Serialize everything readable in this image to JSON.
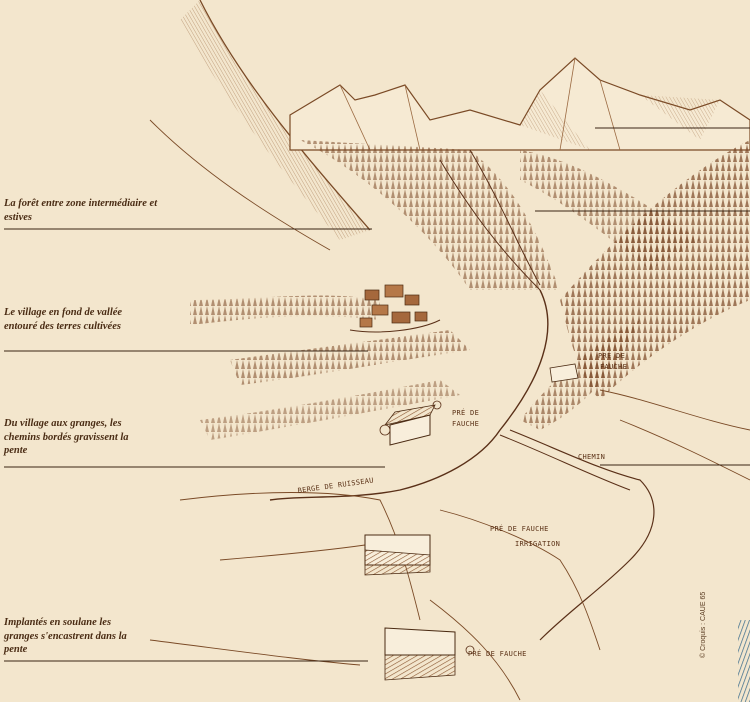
{
  "annotations": [
    {
      "id": "forest",
      "text": "La forêt entre zone intermédiaire et estives"
    },
    {
      "id": "village",
      "text": "Le village en fond de vallée entouré des terres cultivées"
    },
    {
      "id": "paths",
      "text": "Du village aux granges, les chemins bordés gravissent la pente"
    },
    {
      "id": "barns",
      "text": "Implantés en soulane les granges s'encastrent dans la pente"
    }
  ],
  "sketch_labels": {
    "pre_fauche_upper": [
      "PRÉ DE",
      "FAUCHE"
    ],
    "pre_fauche_mid": [
      "PRÉ DE",
      "FAUCHE"
    ],
    "chemin": "CHEMIN",
    "berge": "BERGE DE RUISSEAU",
    "pre_fauche_irrigation": [
      "PRÉ DE FAUCHE",
      "IRRIGATION"
    ],
    "pre_fauche_lower": "PRÉ DE FAUCHE"
  },
  "credit": "© Croquis : CAUE 65",
  "colors": {
    "background": "#f3e6cd",
    "ink": "#7a4a26",
    "line": "#3a2414"
  }
}
